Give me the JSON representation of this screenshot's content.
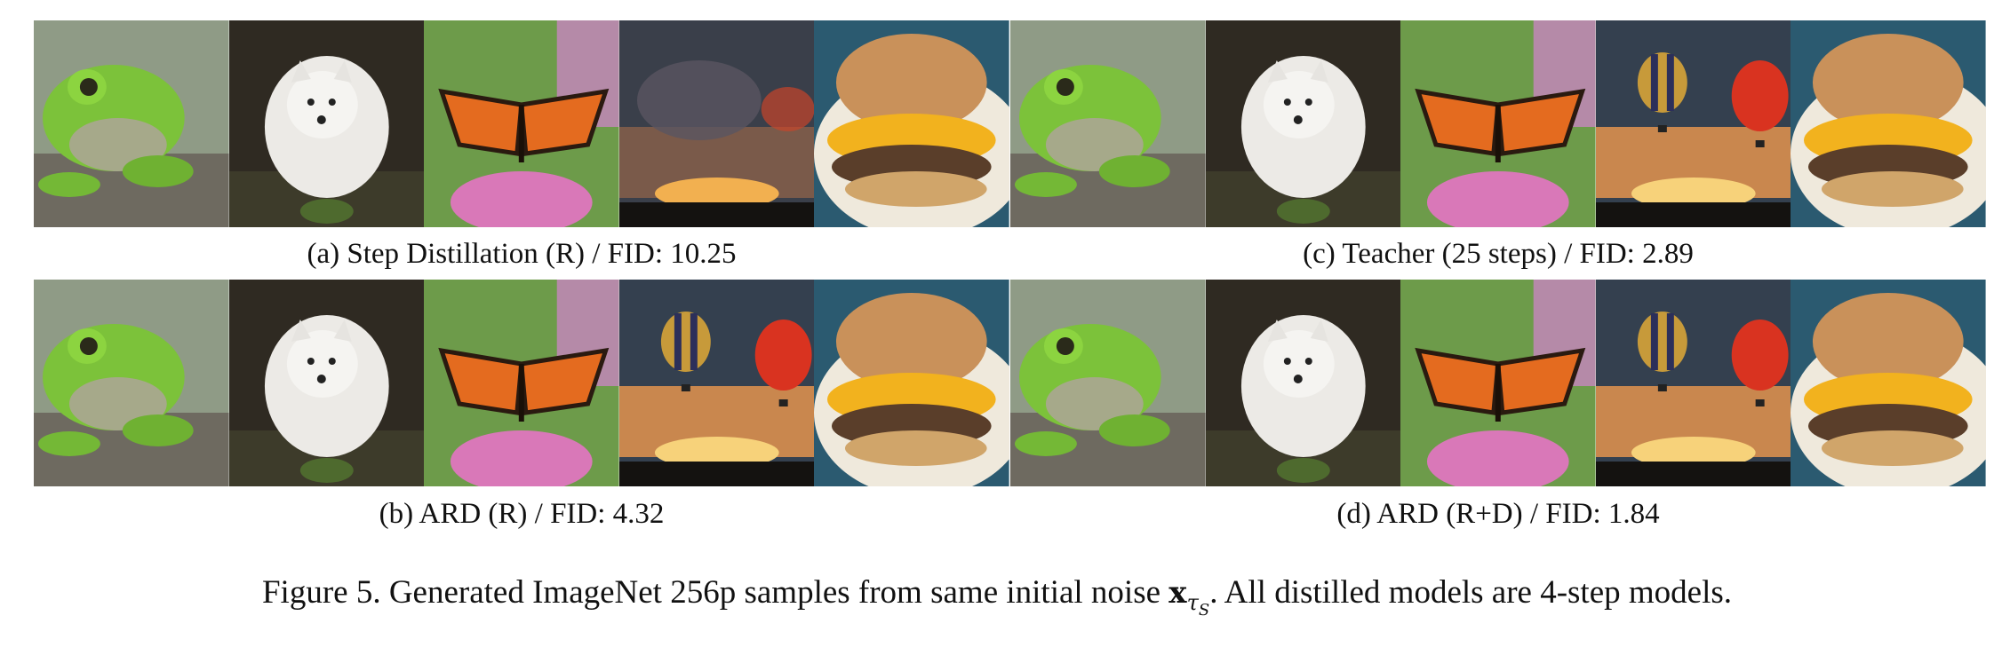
{
  "panels": [
    {
      "id": "a",
      "caption": "(a) Step Distillation (R) / FID: 10.25",
      "balloon_variant": "smoky"
    },
    {
      "id": "c",
      "caption": "(c) Teacher (25 steps) / FID: 2.89",
      "balloon_variant": "clear"
    },
    {
      "id": "b",
      "caption": "(b) ARD (R) / FID: 4.32",
      "balloon_variant": "clear"
    },
    {
      "id": "d",
      "caption": "(d) ARD (R+D) / FID: 1.84",
      "balloon_variant": "clear"
    }
  ],
  "samples": [
    "frog",
    "arctic-fox",
    "monarch-butterfly",
    "hot-air-balloons",
    "burger"
  ],
  "figure_caption": {
    "prefix": "Figure 5. Generated ImageNet 256p samples from same initial noise ",
    "math_symbol": "x",
    "math_sub": "τ",
    "math_subsub": "S",
    "suffix": ". All distilled models are 4-step models."
  }
}
